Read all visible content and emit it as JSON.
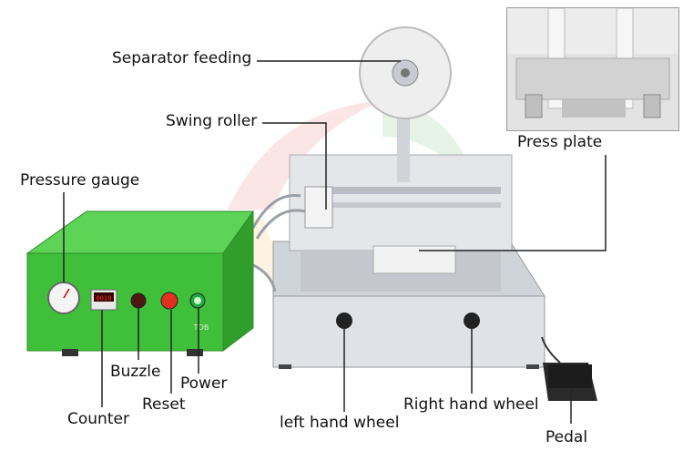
{
  "labels": {
    "separator_feeding": "Separator feeding",
    "swing_roller": "Swing roller",
    "press_plate": "Press plate",
    "pressure_gauge": "Pressure gauge",
    "buzzle": "Buzzle",
    "power": "Power",
    "reset": "Reset",
    "counter": "Counter",
    "left_hand_wheel": "left hand wheel",
    "right_hand_wheel": "Right hand wheel",
    "pedal": "Pedal"
  },
  "control_box": {
    "counter_display": "0010",
    "brand": "TOB"
  },
  "colors": {
    "control_box_green": "#3fbf3a",
    "machine_grey": "#d9dde3",
    "reset_red": "#e03020",
    "power_green": "#22aa44"
  }
}
